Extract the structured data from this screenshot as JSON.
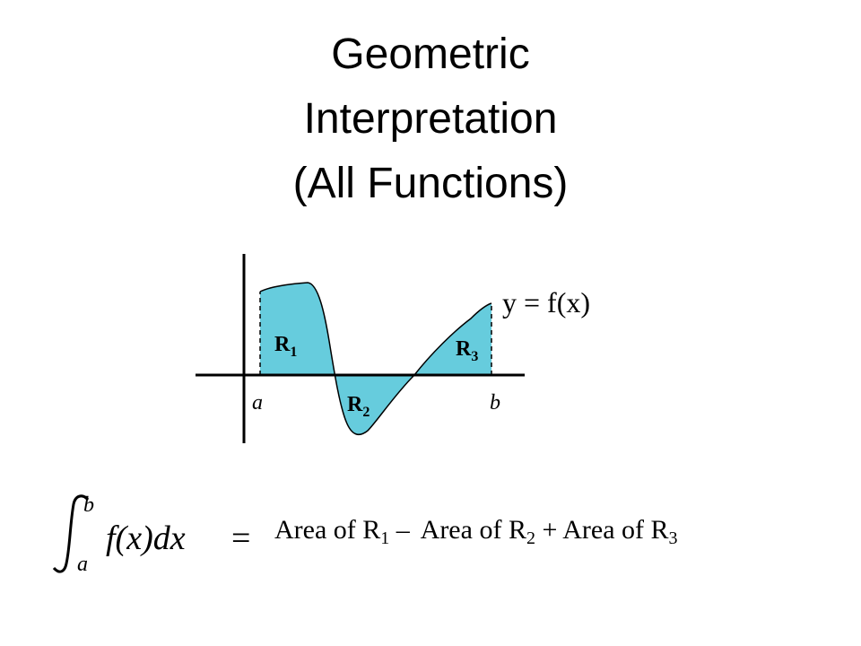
{
  "title": {
    "line1": "Geometric",
    "line2": "Interpretation",
    "line3": "(All Functions)"
  },
  "diagram": {
    "curve_label": "y = f(x)",
    "region_labels": {
      "r1": "R",
      "r1_sub": "1",
      "r2": "R",
      "r2_sub": "2",
      "r3": "R",
      "r3_sub": "3"
    },
    "axis_labels": {
      "a": "a",
      "b": "b"
    },
    "fill_color": "#66ccdd",
    "line_color": "#000000"
  },
  "formula": {
    "integral_upper": "b",
    "integral_lower": "a",
    "integrand": "f(x)dx",
    "equals": "=",
    "area_of": "Area of",
    "r": "R",
    "sub1": "1",
    "sub2": "2",
    "sub3": "3",
    "minus": "–",
    "plus": "+"
  }
}
